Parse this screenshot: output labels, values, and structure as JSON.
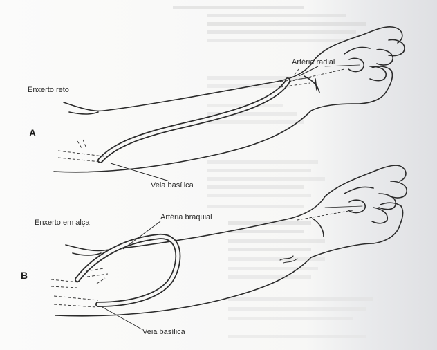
{
  "panel_a": {
    "letter": "A",
    "graft_label": "Enxerto reto",
    "artery_label": "Artéria radial",
    "vein_label": "Veia basílica"
  },
  "panel_b": {
    "letter": "B",
    "graft_label": "Enxerto em alça",
    "artery_label": "Artéria braquial",
    "vein_label": "Veia basílica"
  }
}
